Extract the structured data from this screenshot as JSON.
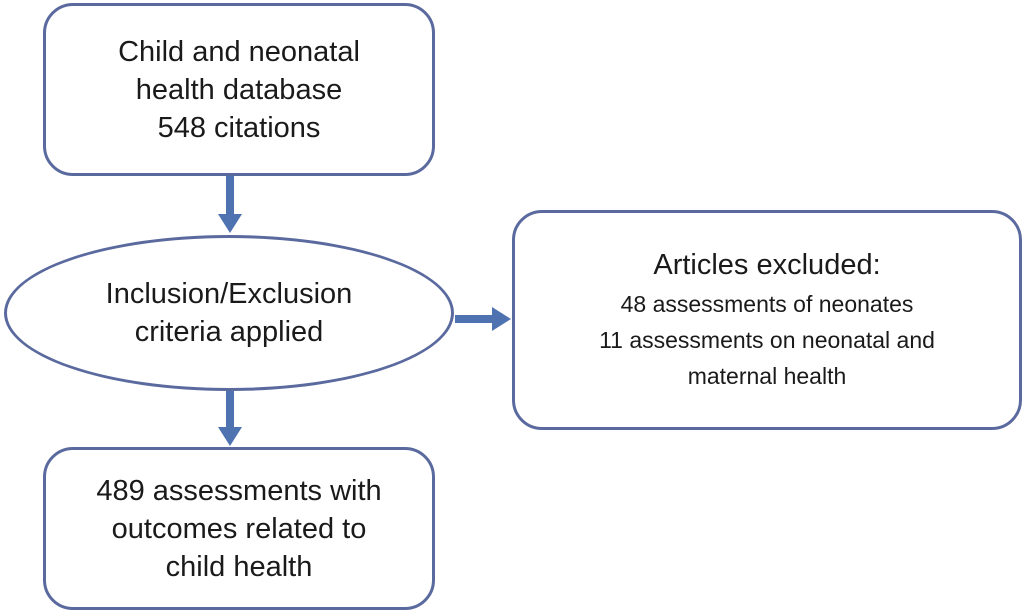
{
  "diagram": {
    "source": {
      "lines": [
        "Child and neonatal",
        "health database",
        "548 citations"
      ]
    },
    "criteria": {
      "lines": [
        "Inclusion/Exclusion",
        "criteria applied"
      ]
    },
    "result": {
      "lines": [
        "489 assessments with",
        "outcomes related to",
        "child health"
      ]
    },
    "excluded": {
      "heading": "Articles excluded:",
      "lines": [
        "48 assessments of neonates",
        "11 assessments on neonatal and",
        "maternal health"
      ]
    },
    "colors": {
      "border": "#5b6a9e",
      "arrow": "#4f72b0"
    }
  }
}
